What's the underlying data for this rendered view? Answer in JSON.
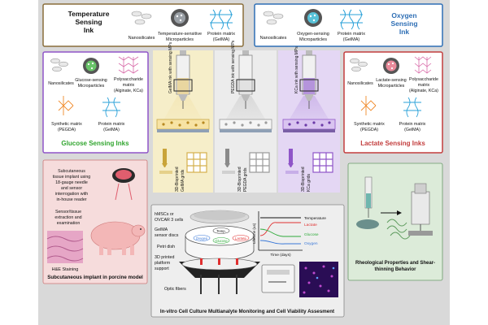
{
  "temperature_ink": {
    "title_line1": "Temperature",
    "title_line2": "Sensing",
    "title_line3": "Ink",
    "nanosilicates": "Nanosilicates",
    "particles_line1": "Temperature-sensitive",
    "particles_line2": "Microparticles",
    "matrix_line1": "Protein matrix",
    "matrix_line2": "(GelMA)"
  },
  "oxygen_ink": {
    "title_line1": "Oxygen",
    "title_line2": "Sensing",
    "title_line3": "Ink",
    "nanosilicates": "Nanosilicates",
    "particles_line1": "Oxygen-sensing",
    "particles_line2": "Microparticles",
    "matrix_line1": "Protein matrix",
    "matrix_line2": "(GelMA)"
  },
  "glucose_ink": {
    "title": "Glucose Sensing Inks",
    "nanosilicates": "Nanosilicates",
    "particles_line1": "Glucose-sensing",
    "particles_line2": "Microparticles",
    "polysaccharide_line1": "Polysaccharide",
    "polysaccharide_line2": "matrix",
    "polysaccharide_line3": "(Alginate, KCa)",
    "synthetic_line1": "Synthetic matrix",
    "synthetic_line2": "(PEGDA)",
    "protein_line1": "Protein matrix",
    "protein_line2": "(GelMA)"
  },
  "lactate_ink": {
    "title": "Lactate Sensing Inks",
    "nanosilicates": "Nanosilicates",
    "particles_line1": "Lactate-sensing",
    "particles_line2": "Microparticles",
    "polysaccharide_line1": "Polysaccharide",
    "polysaccharide_line2": "matrix",
    "polysaccharide_line3": "(Alginate, KCa)",
    "synthetic_line1": "Synthetic matrix",
    "synthetic_line2": "(PEGDA)",
    "protein_line1": "Protein matrix",
    "protein_line2": "(GelMA)"
  },
  "syringes": [
    {
      "label": "GelMA ink with sensing MPs",
      "grid_label_line1": "3D-Bioprinted",
      "grid_label_line2": "GelMA grids"
    },
    {
      "label": "PEGDA ink with sensing MPs",
      "grid_label_line1": "3D-Bioprinted",
      "grid_label_line2": "PEGDA grids"
    },
    {
      "label": "KCa ink with sensing MPs",
      "grid_label_line1": "3D-Bioprinted",
      "grid_label_line2": "KCa grids"
    }
  ],
  "porcine": {
    "note1_line1": "Subcutaneous",
    "note1_line2": "tissue implant using",
    "note1_line3": "18-gauge needle",
    "note1_line4": "and sensor",
    "note1_line5": "interrogation with",
    "note1_line6": "in-house reader",
    "note2_line1": "Sensor/tissue",
    "note2_line2": "extraction and",
    "note2_line3": "examination",
    "stain": "H&E Staining",
    "title": "Subcutaneous implant in porcine model"
  },
  "invitro": {
    "cells_line1": "hMSCs or",
    "cells_line2": "OVCAR 3 cells",
    "discs_line1": "GelMA",
    "discs_line2": "sensor discs",
    "petri": "Petri dish",
    "platform_line1": "3D printed",
    "platform_line2": "platform",
    "platform_line3": "support",
    "fibers": "Optic fibers",
    "disc_labels": [
      "Temp.",
      "Oxygen",
      "Glucose",
      "Lactate"
    ],
    "title": "In-vitro Cell Culture Multianalyte Monitoring and Cell Viability Assesment"
  },
  "lifetime_chart": {
    "ylabel": "Lifetime (us)",
    "xlabel": "Time (days)",
    "legend": [
      "Temperature",
      "Lactate",
      "Glucose",
      "Oxygen"
    ]
  },
  "rheology": {
    "title_line1": "Rheological Properties and Shear-",
    "title_line2": "thinning Behavior"
  },
  "colors": {
    "background": "#d9d9d9",
    "temperature_border": "#8a6e3b",
    "oxygen_border": "#2f6fb5",
    "glucose_border": "#8f55c8",
    "glucose_title": "#31a52f",
    "lactate_border": "#c33e3e",
    "lactate_title": "#c33e3e",
    "oxygen_title": "#2f6fb5",
    "temperature_curve": "#111111",
    "lactate_curve": "#e03030",
    "glucose_curve": "#2eaa3a",
    "oxygen_curve": "#3a78d8",
    "rheology_panel": "#dcebd9",
    "invitro_panel": "#eeeeee",
    "porcine_panel": "#f6dcdc"
  }
}
